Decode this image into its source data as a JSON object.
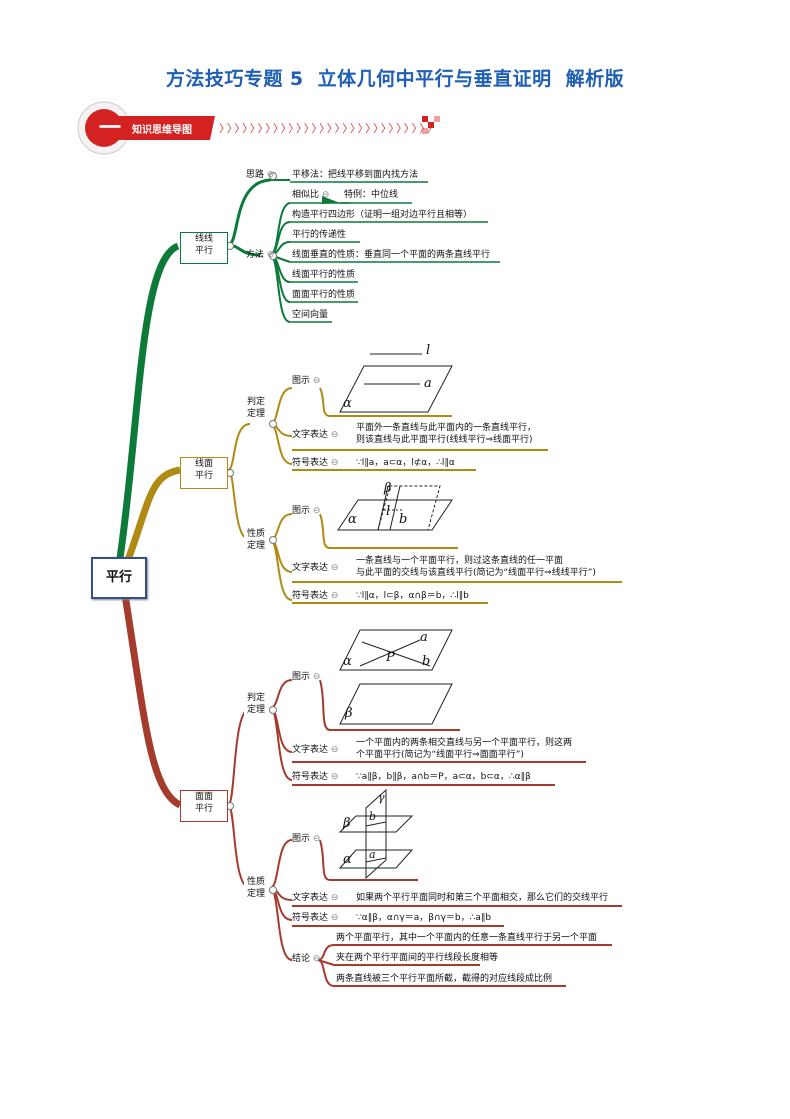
{
  "title": {
    "part1": "方法技巧专题 5",
    "part2": "立体几何中平行与垂直证明",
    "part3": "解析版"
  },
  "banner": {
    "number": "一",
    "label": "知识思维导图",
    "chevrons": "〉〉〉〉〉〉〉〉〉〉〉〉〉〉〉〉〉〉〉〉〉〉〉〉〉〉〉〉"
  },
  "root": "平行",
  "line_line": {
    "label_top": "线线",
    "label_bottom": "平行",
    "silu": "思路",
    "silu_item": "平移法：把线平移到面内找方法",
    "fangfa": "方法",
    "xiangsibi": "相似比",
    "teli": "特例：中位线",
    "items": [
      "构造平行四边形（证明一组对边平行且相等）",
      "平行的传递性",
      "线面垂直的性质：垂直同一个平面的两条直线平行",
      "线面平行的性质",
      "面面平行的性质",
      "空间向量"
    ]
  },
  "line_plane": {
    "label_top": "线面",
    "label_bottom": "平行",
    "judge_top": "判定",
    "judge_bottom": "定理",
    "judge_figure": "图示",
    "judge_fig_l": "l",
    "judge_fig_a": "a",
    "judge_fig_alpha": "α",
    "judge_text_label": "文字表达",
    "judge_text_1": "平面外一条直线与此平面内的一条直线平行，",
    "judge_text_2": "则该直线与此平面平行(线线平行⇒线面平行)",
    "judge_symbol_label": "符号表达",
    "judge_symbol": "∵l∥a，a⊂α，l⊄α，∴l∥α",
    "prop_top": "性质",
    "prop_bottom": "定理",
    "prop_figure": "图示",
    "prop_fig_beta": "β",
    "prop_fig_alpha": "α",
    "prop_fig_l": "l",
    "prop_fig_b": "b",
    "prop_text_label": "文字表达",
    "prop_text_1": "一条直线与一个平面平行，则过这条直线的任一平面",
    "prop_text_2": "与此平面的交线与该直线平行(简记为“线面平行⇒线线平行”)",
    "prop_symbol_label": "符号表达",
    "prop_symbol": "∵l∥α，l⊂β，α∩β＝b，∴l∥b"
  },
  "plane_plane": {
    "label_top": "面面",
    "label_bottom": "平行",
    "judge_top": "判定",
    "judge_bottom": "定理",
    "judge_figure": "图示",
    "judge_fig_a": "a",
    "judge_fig_alpha": "α",
    "judge_fig_P": "P",
    "judge_fig_b": "b",
    "judge_fig_beta": "β",
    "judge_text_label": "文字表达",
    "judge_text_1": "一个平面内的两条相交直线与另一个平面平行，则这两",
    "judge_text_2": "个平面平行(简记为“线面平行⇒面面平行”)",
    "judge_symbol_label": "符号表达",
    "judge_symbol": "∵a∥β，b∥β，a∩b＝P，a⊂α，b⊂α，∴α∥β",
    "prop_top": "性质",
    "prop_bottom": "定理",
    "prop_figure": "图示",
    "prop_fig_gamma": "γ",
    "prop_fig_beta": "β",
    "prop_fig_b": "b",
    "prop_fig_alpha": "α",
    "prop_fig_a": "a",
    "prop_text_label": "文字表达",
    "prop_text": "如果两个平行平面同时和第三个平面相交，那么它们的交线平行",
    "prop_symbol_label": "符号表达",
    "prop_symbol": "∵α∥β，α∩γ＝a，β∩γ＝b，∴a∥b",
    "conclusion_label": "结论",
    "conclusions": [
      "两个平面平行，其中一个平面内的任意一条直线平行于另一个平面",
      "夹在两个平行平面间的平行线段长度相等",
      "两条直线被三个平行平面所截，截得的对应线段成比例"
    ]
  },
  "colors": {
    "title": "#1f5fb4",
    "green": "#0d7a3a",
    "gold": "#b08a12",
    "red": "#a43b2c",
    "banner_red": "#d42222"
  },
  "collapse_symbol": "⊖"
}
